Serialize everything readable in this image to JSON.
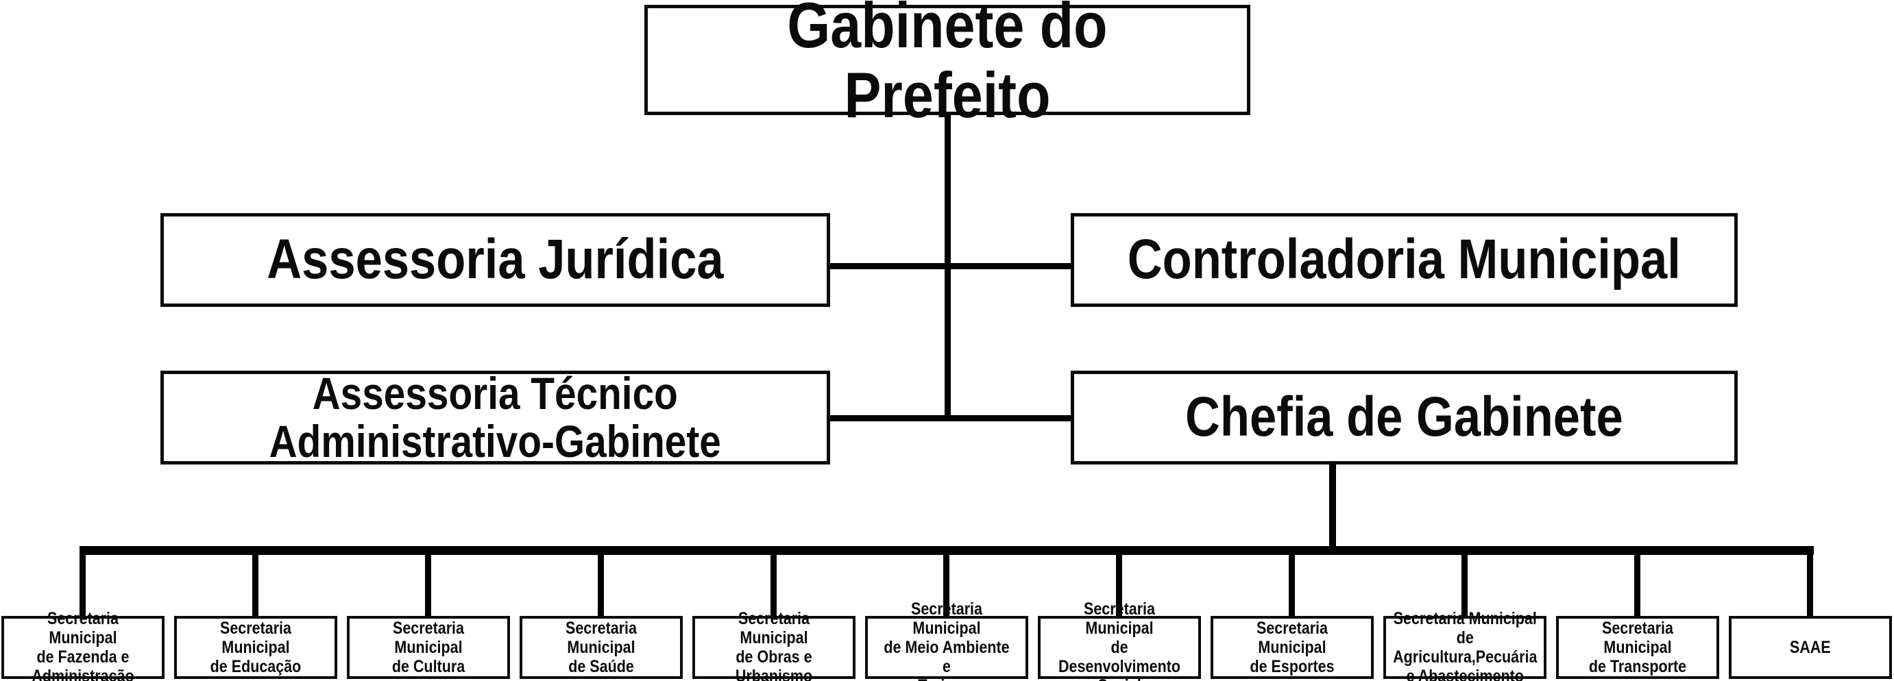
{
  "org": {
    "root": {
      "label": "Gabinete do Prefeito"
    },
    "advisors": {
      "assessoria_juridica": {
        "label": "Assessoria Jurídica"
      },
      "controladoria_municipal": {
        "label": "Controladoria Municipal"
      },
      "assessoria_tecnico": {
        "label": "Assessoria Técnico\nAdministrativo-Gabinete"
      },
      "chefia_gabinete": {
        "label": "Chefia de Gabinete"
      }
    },
    "secretariats": [
      {
        "label": "Secretaria Municipal\nde Fazenda e\nAdministração"
      },
      {
        "label": "Secretaria Municipal\nde Educação"
      },
      {
        "label": "Secretaria Municipal\nde Cultura"
      },
      {
        "label": "Secretaria Municipal\nde Saúde"
      },
      {
        "label": "Secretaria Municipal\nde Obras e Urbanismo"
      },
      {
        "label": "Secretaria Municipal\nde Meio Ambiente e\nTurismo"
      },
      {
        "label": "Secretaria Municipal\nde Desenvolvimento\nSocial"
      },
      {
        "label": "Secretaria Municipal\nde Esportes"
      },
      {
        "label": "Secretaria Municipal de\nAgricultura,Pecuária\ne Abastecimento"
      },
      {
        "label": "Secretaria Municipal\nde Transporte"
      },
      {
        "label": "SAAE"
      }
    ],
    "colors": {
      "line": "#000000",
      "border": "#0b0b0b",
      "text": "#0b0b0b",
      "box_background": "#ffffff",
      "page_background": "#ffffff"
    }
  }
}
